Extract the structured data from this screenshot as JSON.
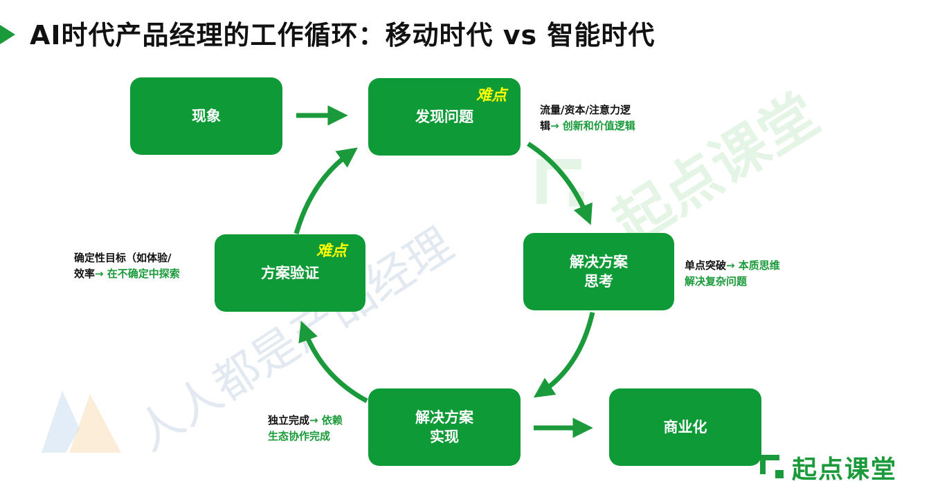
{
  "title": "AI时代产品经理的工作循环：移动时代 vs 智能时代",
  "boxes": {
    "phenomenon": "现象",
    "discover": "发现问题",
    "solution_think_line1": "解决方案",
    "solution_think_line2": "思考",
    "solution_impl_line1": "解决方案",
    "solution_impl_line2": "实现",
    "validation": "方案验证",
    "commercialize": "商业化"
  },
  "difficulty_label": "难点",
  "notes": {
    "discover": {
      "line1": "流量/资本/注意力逻",
      "line2_black": "辑",
      "line2_green": "→ 创新和价值逻辑"
    },
    "think": {
      "line1_black": "单点突破",
      "line1_green": "→ 本质思维",
      "line2_green": "解决复杂问题"
    },
    "impl": {
      "line1_black": "独立完成",
      "line1_green": "→ 依赖",
      "line2_green": "生态协作完成"
    },
    "validation": {
      "line1": "确定性目标（如体验/",
      "line2_black": "效率",
      "line2_green": "→ 在不确定中探索"
    }
  },
  "watermarks": {
    "site": "人人都是产品经理",
    "brand": "起点课堂"
  },
  "logo": {
    "text": "起点课堂"
  },
  "colors": {
    "box": "#0e9a37",
    "accent_green": "#1a9a3a",
    "difficulty": "#ffff00",
    "title": "#111111"
  }
}
